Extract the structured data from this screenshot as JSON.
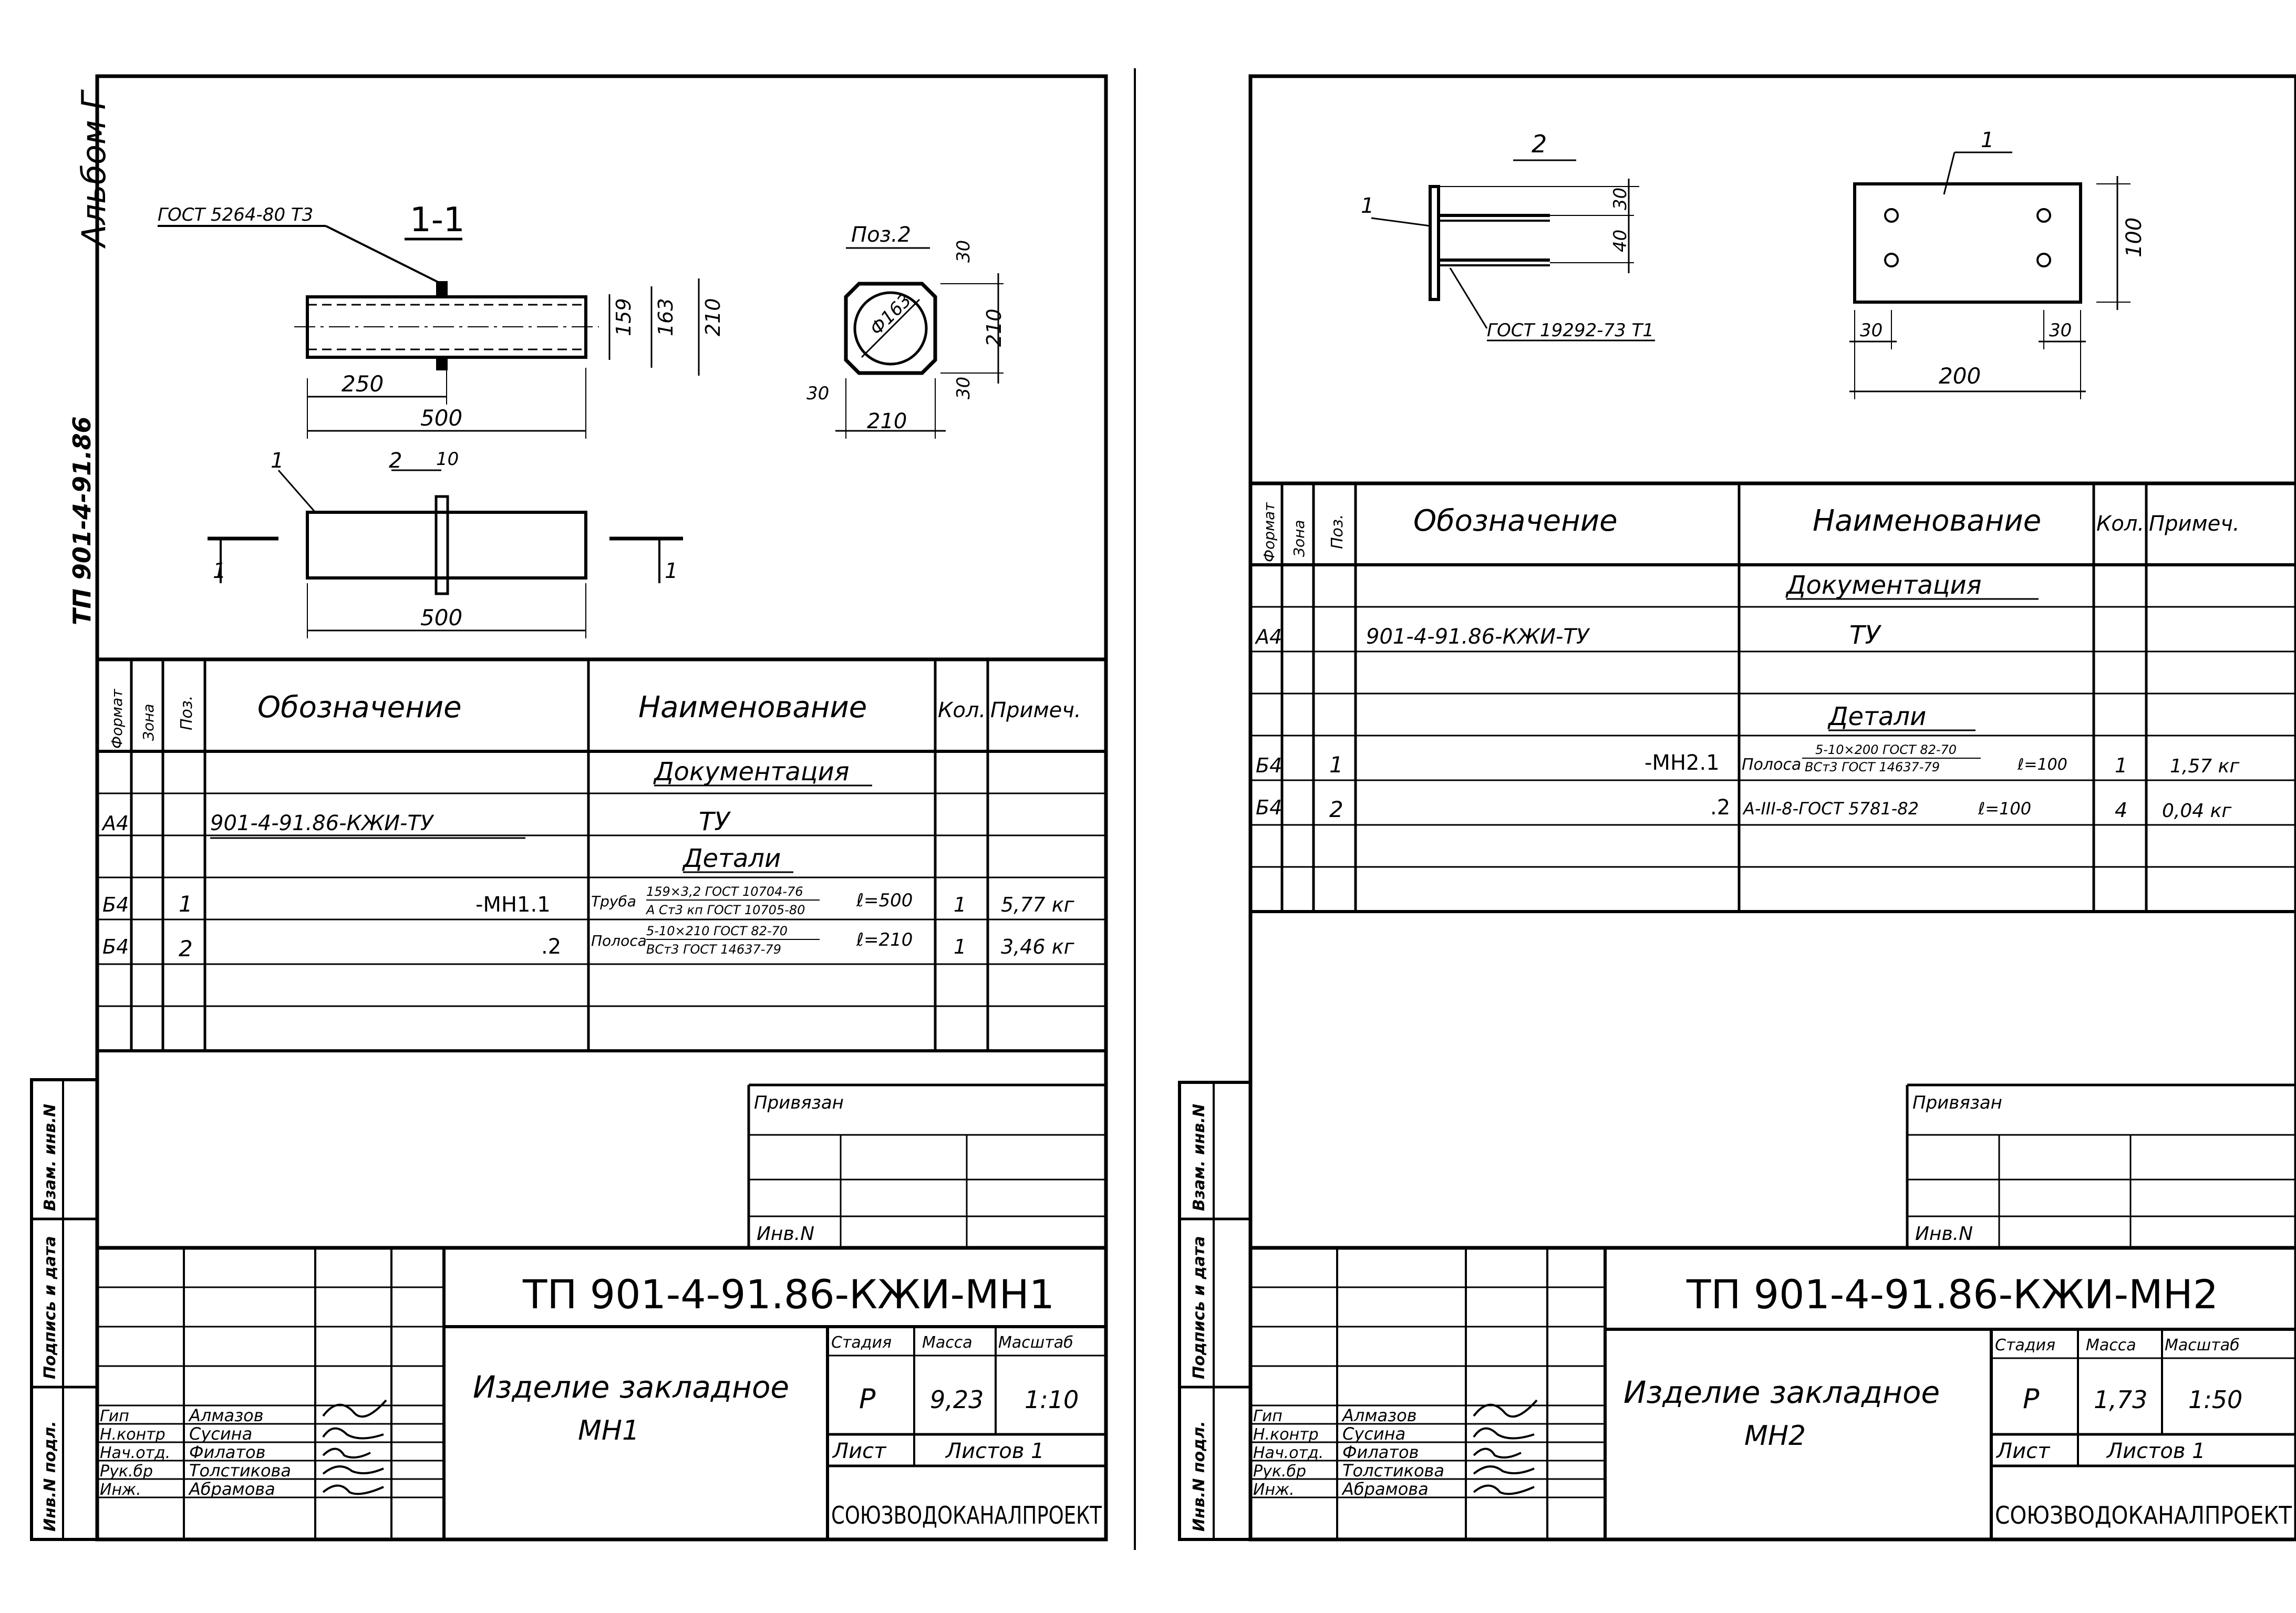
{
  "left_sheet": {
    "album_note": "Альбом Г",
    "vertical_code": "ТП 901-4-91.86",
    "drawing": {
      "gost_weld": "ГОСТ 5264-80 Т3",
      "section": "1-1",
      "pos2_label": "Поз.2",
      "diameter": "Ф163",
      "dims": {
        "d1": "159",
        "d2": "163",
        "d3": "210",
        "d4": "250",
        "d5": "500",
        "d6": "500",
        "d7": "10",
        "d8": "30",
        "d9": "210",
        "d10": "30",
        "d11": "30",
        "d12": "210"
      },
      "marks": {
        "m1": "1",
        "m2": "2",
        "cut_left": "1",
        "cut_right": "1"
      }
    },
    "spec": {
      "headers": {
        "format": "Формат",
        "zone": "Зона",
        "pos": "Поз.",
        "designation": "Обозначение",
        "name": "Наименование",
        "qty": "Кол.",
        "note": "Примеч."
      },
      "section_doc": "Документация",
      "doc_row": {
        "format": "А4",
        "designation": "901-4-91.86-КЖИ-ТУ",
        "name": "ТУ"
      },
      "section_details": "Детали",
      "rows": [
        {
          "format": "Б4",
          "pos": "1",
          "designation": "-МН1.1",
          "name_main": "Труба",
          "name_top": "159×3,2 ГОСТ 10704-76",
          "name_bottom": "А Ст3 кп ГОСТ 10705-80",
          "length": "ℓ=500",
          "qty": "1",
          "note": "5,77 кг"
        },
        {
          "format": "Б4",
          "pos": "2",
          "designation": ".2",
          "name_main": "Полоса",
          "name_top": "5-10×210 ГОСТ 82-70",
          "name_bottom": "ВСт3 ГОСТ 14637-79",
          "length": "ℓ=210",
          "qty": "1",
          "note": "3,46 кг"
        }
      ]
    },
    "privyazan": "Привязан",
    "inv": "Инв.N",
    "side_labels": {
      "vzam": "Взам. инв.N",
      "podpis": "Подпись и дата",
      "inv_podl": "Инв.N подл."
    },
    "title_block": {
      "code": "ТП 901-4-91.86-КЖИ-МН1",
      "name_line1": "Изделие закладное",
      "name_line2": "МН1",
      "stage_h": "Стадия",
      "mass_h": "Масса",
      "scale_h": "Масштаб",
      "stage": "Р",
      "mass": "9,23",
      "scale": "1:10",
      "sheet_h": "Лист",
      "sheets_h": "Листов 1",
      "org": "СОЮЗВОДОКАНАЛПРОЕКТ",
      "people": [
        {
          "role": "Гип",
          "name": "Алмазов"
        },
        {
          "role": "Н.контр",
          "name": "Сусина"
        },
        {
          "role": "Нач.отд.",
          "name": "Филатов"
        },
        {
          "role": "Рук.бр",
          "name": "Толстикова"
        },
        {
          "role": "Инж.",
          "name": "Абрамова"
        }
      ]
    }
  },
  "right_sheet": {
    "drawing": {
      "gost_weld": "ГОСТ 19292-73 Т1",
      "marks": {
        "m1": "1",
        "m2": "2",
        "m3": "1"
      },
      "dims": {
        "d1": "30",
        "d2": "40",
        "d3": "100",
        "d4": "30",
        "d5": "30",
        "d6": "200"
      }
    },
    "spec": {
      "headers": {
        "format": "Формат",
        "zone": "Зона",
        "pos": "Поз.",
        "designation": "Обозначение",
        "name": "Наименование",
        "qty": "Кол.",
        "note": "Примеч."
      },
      "section_doc": "Документация",
      "doc_row": {
        "format": "А4",
        "designation": "901-4-91.86-КЖИ-ТУ",
        "name": "ТУ"
      },
      "section_details": "Детали",
      "rows": [
        {
          "format": "Б4",
          "pos": "1",
          "designation": "-МН2.1",
          "name_main": "Полоса",
          "name_top": "5-10×200 ГОСТ 82-70",
          "name_bottom": "ВСт3 ГОСТ 14637-79",
          "length": "ℓ=100",
          "qty": "1",
          "note": "1,57 кг"
        },
        {
          "format": "Б4",
          "pos": "2",
          "designation": ".2",
          "name_main": "А-III-8-ГОСТ 5781-82",
          "name_top": "",
          "name_bottom": "",
          "length": "ℓ=100",
          "qty": "4",
          "note": "0,04 кг"
        }
      ]
    },
    "privyazan": "Привязан",
    "inv": "Инв.N",
    "side_labels": {
      "vzam": "Взам. инв.N",
      "podpis": "Подпись и дата",
      "inv_podl": "Инв.N подл."
    },
    "title_block": {
      "code": "ТП 901-4-91.86-КЖИ-МН2",
      "name_line1": "Изделие закладное",
      "name_line2": "МН2",
      "stage_h": "Стадия",
      "mass_h": "Масса",
      "scale_h": "Масштаб",
      "stage": "Р",
      "mass": "1,73",
      "scale": "1:50",
      "sheet_h": "Лист",
      "sheets_h": "Листов 1",
      "org": "СОЮЗВОДОКАНАЛПРОЕКТ",
      "people": [
        {
          "role": "Гип",
          "name": "Алмазов"
        },
        {
          "role": "Н.контр",
          "name": "Сусина"
        },
        {
          "role": "Нач.отд.",
          "name": "Филатов"
        },
        {
          "role": "Рук.бр",
          "name": "Толстикова"
        },
        {
          "role": "Инж.",
          "name": "Абрамова"
        }
      ]
    }
  }
}
